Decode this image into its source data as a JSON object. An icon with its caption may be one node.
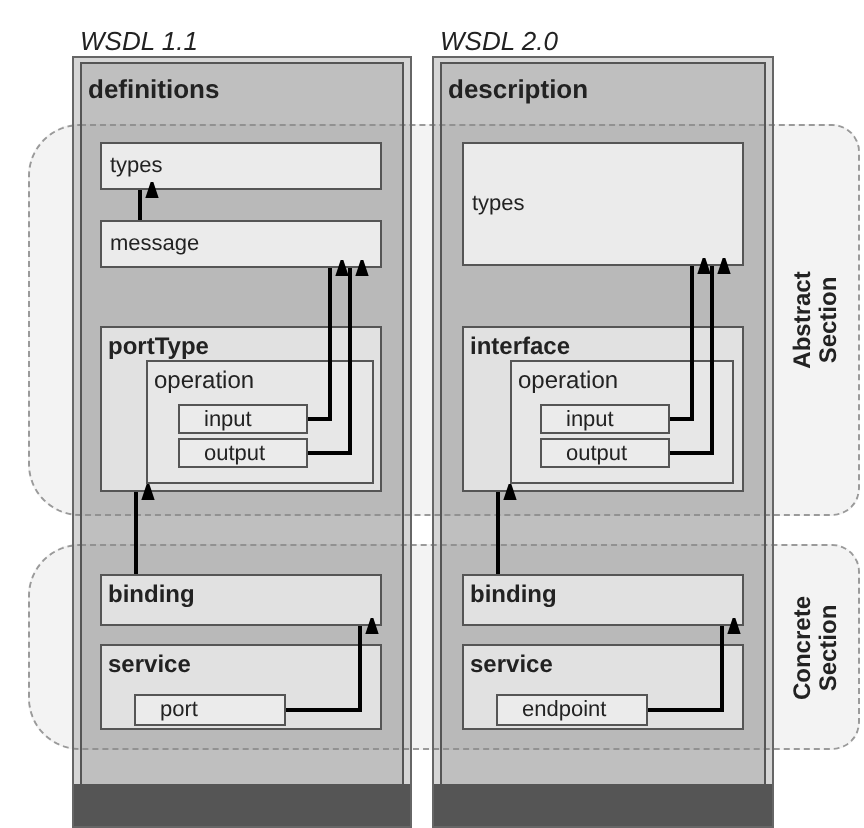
{
  "diagram": {
    "nodes": [
      {
        "text": [
          "WSDL 1.1",
          "definitions"
        ]
      },
      {
        "text": [
          "types"
        ],
        "in": 0
      },
      {
        "text": [
          "message"
        ],
        "in": 0
      },
      {
        "text": [
          "portType"
        ],
        "in": 0
      },
      {
        "text": [
          "operation"
        ],
        "in": 3
      },
      {
        "text": [
          "input"
        ],
        "in": 4
      },
      {
        "text": [
          "output"
        ],
        "in": 4
      },
      {
        "text": [
          "binding"
        ],
        "in": 0
      },
      {
        "text": [
          "service"
        ],
        "in": 0
      },
      {
        "text": [
          "port"
        ],
        "in": 8
      },
      {
        "text": [
          "WSDL 2.0",
          "description"
        ]
      },
      {
        "text": [
          "types"
        ],
        "in": 10
      },
      {
        "text": [
          "interface"
        ],
        "in": 10
      },
      {
        "text": [
          "operation"
        ],
        "in": 12
      },
      {
        "text": [
          "input"
        ],
        "in": 13
      },
      {
        "text": [
          "output"
        ],
        "in": 13
      },
      {
        "text": [
          "binding"
        ],
        "in": 10
      },
      {
        "text": [
          "service"
        ],
        "in": 10
      },
      {
        "text": [
          "endpoint"
        ],
        "in": 17
      }
    ],
    "labels": [
      "Abstract Section",
      "Concrete Section"
    ],
    "edges": [
      {
        "from": 2,
        "to": 1,
        "arrow": "to"
      },
      {
        "from": 5,
        "to": 2,
        "arrow": "to"
      },
      {
        "from": 6,
        "to": 2,
        "arrow": "to"
      },
      {
        "from": 7,
        "to": 3,
        "arrow": "to"
      },
      {
        "from": 9,
        "to": 7,
        "arrow": "to"
      },
      {
        "from": 14,
        "to": 11,
        "arrow": "to"
      },
      {
        "from": 15,
        "to": 11,
        "arrow": "to"
      },
      {
        "from": 16,
        "to": 12,
        "arrow": "to"
      },
      {
        "from": 18,
        "to": 16,
        "arrow": "to"
      }
    ]
  }
}
